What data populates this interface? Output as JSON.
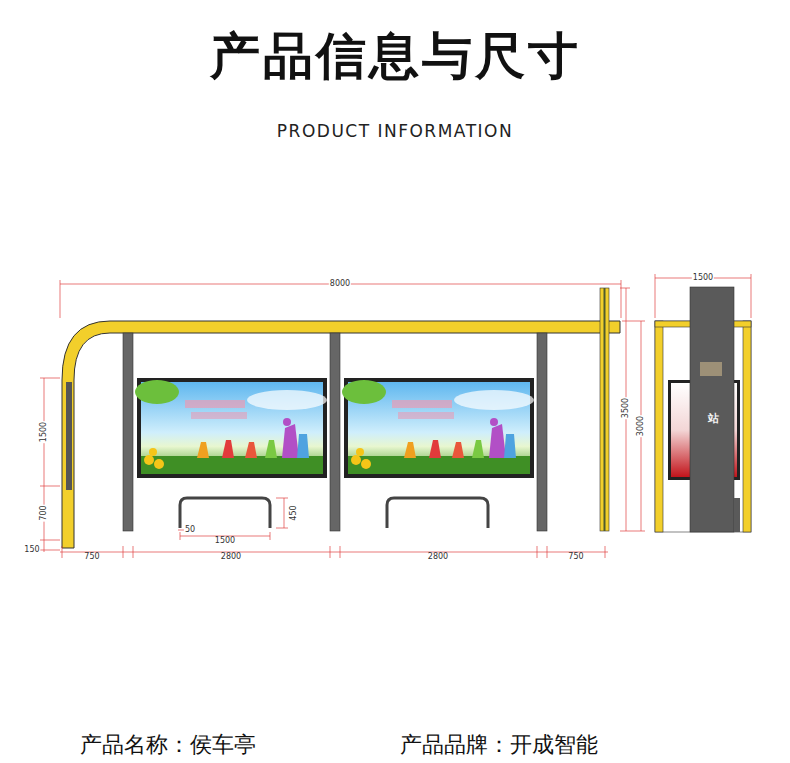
{
  "diagram": {
    "title": "产品信息与尺寸",
    "labels": [
      "PRODUCT INFORMATION",
      "8000",
      "1500",
      "700",
      "150",
      "750",
      "2800",
      "50",
      "1500",
      "450",
      "2800",
      "750",
      "3500",
      "3000",
      "1500",
      "站",
      "产品名称：侯车亭",
      "产品品牌：开成智能"
    ]
  }
}
